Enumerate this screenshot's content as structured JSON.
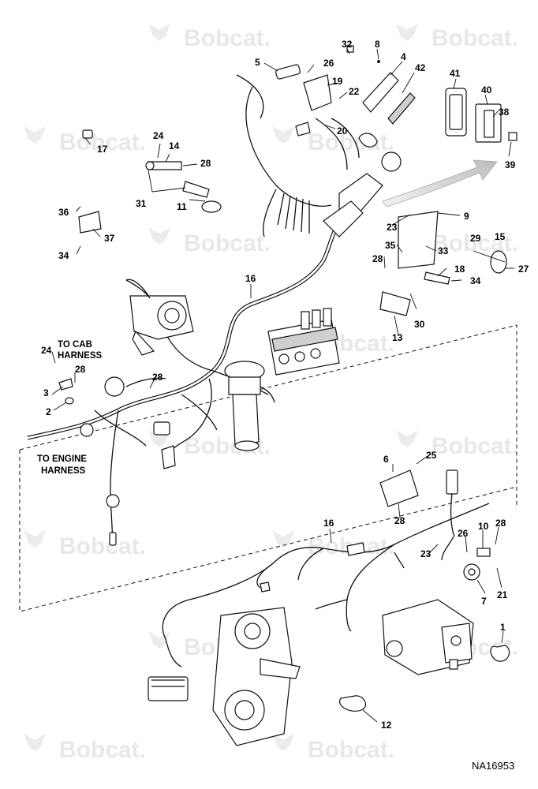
{
  "figure_id": "NA16953",
  "watermark_text": "Bobcat.",
  "notes": {
    "to_cab_line1": "TO CAB",
    "to_cab_line2": "HARNESS",
    "to_engine_line1": "TO ENGINE",
    "to_engine_line2": "HARNESS"
  },
  "callouts": [
    "32",
    "8",
    "4",
    "26",
    "42",
    "5",
    "19",
    "22",
    "41",
    "40",
    "38",
    "39",
    "20",
    "17",
    "24",
    "14",
    "28",
    "31",
    "11",
    "36",
    "37",
    "34",
    "23",
    "9",
    "35",
    "29",
    "15",
    "33",
    "27",
    "18",
    "30",
    "13",
    "16",
    "3",
    "2",
    "6",
    "25",
    "10",
    "7",
    "21",
    "1",
    "12"
  ],
  "colors": {
    "line": "#111111",
    "watermark": "#e8e8e8",
    "arrow": "#c8c8c8"
  }
}
